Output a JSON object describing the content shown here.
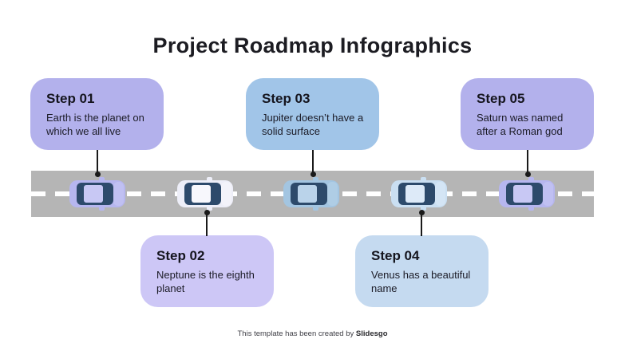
{
  "title": "Project Roadmap Infographics",
  "colors": {
    "background": "#ffffff",
    "road": "#b5b5b5",
    "road_dash": "#ffffff",
    "connector": "#1a1a1a",
    "title_text": "#1c1c22",
    "step_text": "#191922"
  },
  "steps": [
    {
      "label": "Step 01",
      "description": "Earth is the planet on which we all live",
      "color": "#b3b1ec",
      "row": "top"
    },
    {
      "label": "Step 02",
      "description": "Neptune is the eighth planet",
      "color": "#cdc7f6",
      "row": "bottom"
    },
    {
      "label": "Step 03",
      "description": "Jupiter doesn’t have a solid surface",
      "color": "#a1c5e8",
      "row": "top"
    },
    {
      "label": "Step 04",
      "description": "Venus has a beautiful name",
      "color": "#c5daf0",
      "row": "bottom"
    },
    {
      "label": "Step 05",
      "description": "Saturn was named after a Roman god",
      "color": "#b3b1ec",
      "row": "top"
    }
  ],
  "cars": [
    {
      "name": "car-1",
      "body": "#b6b6ef",
      "glass": "#2d4a6b",
      "roof": "#c8c8f4"
    },
    {
      "name": "car-2",
      "body": "#edeef8",
      "glass": "#2d4a6b",
      "roof": "#f7f7fc"
    },
    {
      "name": "car-3",
      "body": "#a3c5e1",
      "glass": "#2d4a6b",
      "roof": "#bad3ea"
    },
    {
      "name": "car-4",
      "body": "#cadff2",
      "glass": "#2d4a6b",
      "roof": "#ddeaf8"
    },
    {
      "name": "car-5",
      "body": "#b6b6ef",
      "glass": "#2d4a6b",
      "roof": "#c8c8f4"
    }
  ],
  "footer": {
    "text": "This template has been created by ",
    "brand": "Slidesgo"
  }
}
